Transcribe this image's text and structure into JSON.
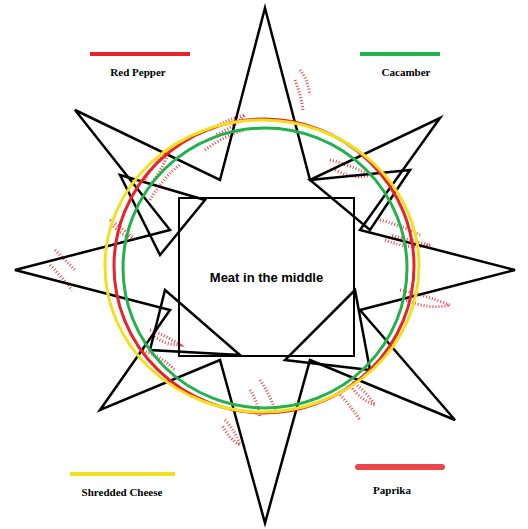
{
  "diagram": {
    "nodes": [
      {
        "text": [
          "Meat in the middle"
        ]
      }
    ],
    "legend": [
      {
        "text": "Red Pepper",
        "color": "#e8242a"
      },
      {
        "text": "Cacamber",
        "color": "#22b14c"
      },
      {
        "text": "Shredded Cheese",
        "color": "#f0e020"
      },
      {
        "text": "Paprika",
        "color": "#e8242a"
      }
    ]
  }
}
